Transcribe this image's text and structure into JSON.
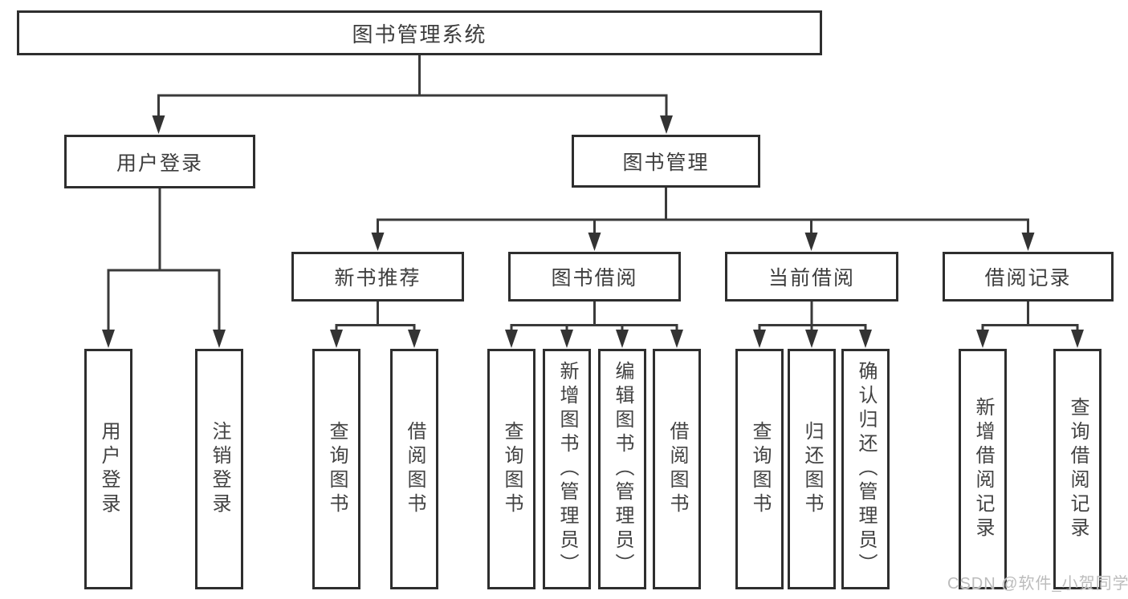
{
  "diagram": {
    "tree": {
      "label": "图书管理系统",
      "children": [
        {
          "label": "用户登录",
          "children": [
            {
              "label": "用户登录"
            },
            {
              "label": "注销登录"
            }
          ]
        },
        {
          "label": "图书管理",
          "children": [
            {
              "label": "新书推荐",
              "children": [
                {
                  "label": "查询图书"
                },
                {
                  "label": "借阅图书"
                }
              ]
            },
            {
              "label": "图书借阅",
              "children": [
                {
                  "label": "查询图书"
                },
                {
                  "label": "新增图书（管理员）"
                },
                {
                  "label": "编辑图书（管理员）"
                },
                {
                  "label": "借阅图书"
                }
              ]
            },
            {
              "label": "当前借阅",
              "children": [
                {
                  "label": "查询图书"
                },
                {
                  "label": "归还图书"
                },
                {
                  "label": "确认归还（管理员）"
                }
              ]
            },
            {
              "label": "借阅记录",
              "children": [
                {
                  "label": "新增借阅记录"
                },
                {
                  "label": "查询借阅记录"
                }
              ]
            }
          ]
        }
      ]
    },
    "colors": {
      "line": "#3a3a3a",
      "box_border": "#2e2e2e",
      "text": "#3d3d3d",
      "background": "#ffffff",
      "watermark": "#bcbcbc"
    }
  },
  "watermark": {
    "text": "CSDN @软件_小贺同学"
  }
}
